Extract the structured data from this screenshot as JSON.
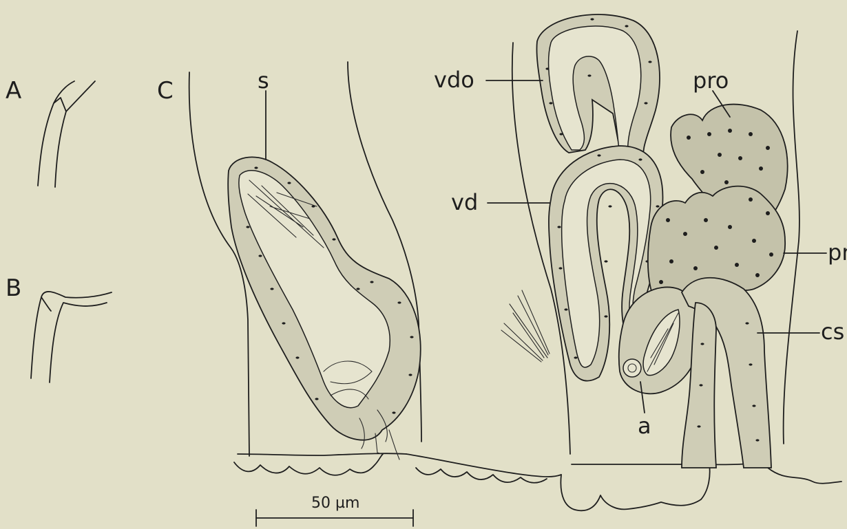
{
  "panels": {
    "a": "A",
    "b": "B",
    "c": "C"
  },
  "labels": {
    "s": "s",
    "vdo": "vdo",
    "vd": "vd",
    "pro": "pro",
    "pr": "pr",
    "cs": "cs",
    "a": "a"
  },
  "scale_bar": {
    "value": "50 µm"
  }
}
